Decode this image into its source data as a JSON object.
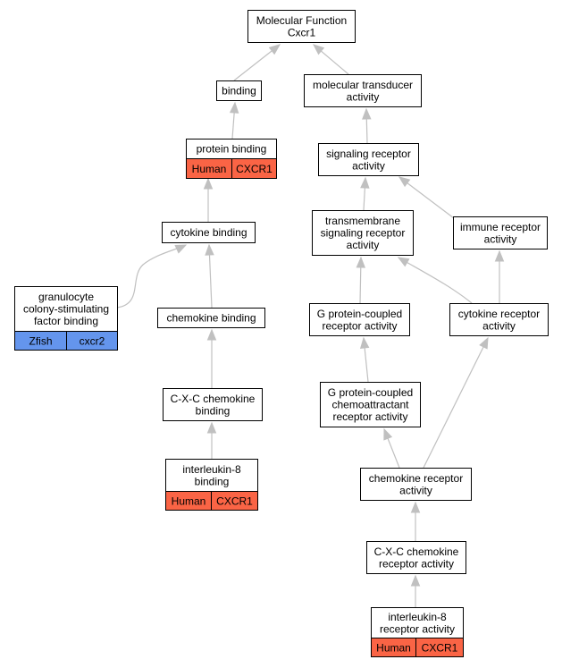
{
  "colors": {
    "human_tag": "#fa6445",
    "zfish_tag": "#6495ed",
    "edge": "#c0c0c0",
    "border": "#000000"
  },
  "nodes": {
    "root": {
      "lines": [
        "Molecular Function",
        "Cxcr1"
      ]
    },
    "binding": {
      "lines": [
        "binding"
      ]
    },
    "transducer": {
      "lines": [
        "molecular transducer",
        "activity"
      ]
    },
    "protein_binding": {
      "lines": [
        "protein binding"
      ],
      "tags": [
        "Human",
        "CXCR1"
      ]
    },
    "signaling_receptor": {
      "lines": [
        "signaling receptor",
        "activity"
      ]
    },
    "cytokine_binding": {
      "lines": [
        "cytokine binding"
      ]
    },
    "transmembrane": {
      "lines": [
        "transmembrane",
        "signaling receptor",
        "activity"
      ]
    },
    "immune_receptor": {
      "lines": [
        "immune receptor",
        "activity"
      ]
    },
    "gcsf_binding": {
      "lines": [
        "granulocyte",
        "colony-stimulating",
        "factor binding"
      ],
      "tags": [
        "Zfish",
        "cxcr2"
      ]
    },
    "chemokine_binding": {
      "lines": [
        "chemokine binding"
      ]
    },
    "gpcr": {
      "lines": [
        "G protein-coupled",
        "receptor activity"
      ]
    },
    "cytokine_receptor": {
      "lines": [
        "cytokine receptor",
        "activity"
      ]
    },
    "gpcr_chemoattractant": {
      "lines": [
        "G protein-coupled",
        "chemoattractant",
        "receptor activity"
      ]
    },
    "cxc_chemokine_binding": {
      "lines": [
        "C-X-C chemokine",
        "binding"
      ]
    },
    "il8_binding": {
      "lines": [
        "interleukin-8",
        "binding"
      ],
      "tags": [
        "Human",
        "CXCR1"
      ]
    },
    "chemokine_receptor": {
      "lines": [
        "chemokine receptor",
        "activity"
      ]
    },
    "cxc_chemokine_receptor": {
      "lines": [
        "C-X-C chemokine",
        "receptor activity"
      ]
    },
    "il8_receptor": {
      "lines": [
        "interleukin-8",
        "receptor activity"
      ],
      "tags": [
        "Human",
        "CXCR1"
      ]
    }
  },
  "edges": [
    {
      "from": "binding",
      "to": "root"
    },
    {
      "from": "transducer",
      "to": "root"
    },
    {
      "from": "protein_binding",
      "to": "binding"
    },
    {
      "from": "signaling_receptor",
      "to": "transducer"
    },
    {
      "from": "cytokine_binding",
      "to": "protein_binding"
    },
    {
      "from": "transmembrane",
      "to": "signaling_receptor"
    },
    {
      "from": "immune_receptor",
      "to": "signaling_receptor"
    },
    {
      "from": "gcsf_binding",
      "to": "cytokine_binding"
    },
    {
      "from": "chemokine_binding",
      "to": "cytokine_binding"
    },
    {
      "from": "gpcr",
      "to": "transmembrane"
    },
    {
      "from": "cytokine_receptor",
      "to": "transmembrane"
    },
    {
      "from": "cytokine_receptor",
      "to": "immune_receptor"
    },
    {
      "from": "gpcr_chemoattractant",
      "to": "gpcr"
    },
    {
      "from": "cxc_chemokine_binding",
      "to": "chemokine_binding"
    },
    {
      "from": "il8_binding",
      "to": "cxc_chemokine_binding"
    },
    {
      "from": "chemokine_receptor",
      "to": "gpcr_chemoattractant"
    },
    {
      "from": "chemokine_receptor",
      "to": "cytokine_receptor"
    },
    {
      "from": "cxc_chemokine_receptor",
      "to": "chemokine_receptor"
    },
    {
      "from": "il8_receptor",
      "to": "cxc_chemokine_receptor"
    }
  ]
}
